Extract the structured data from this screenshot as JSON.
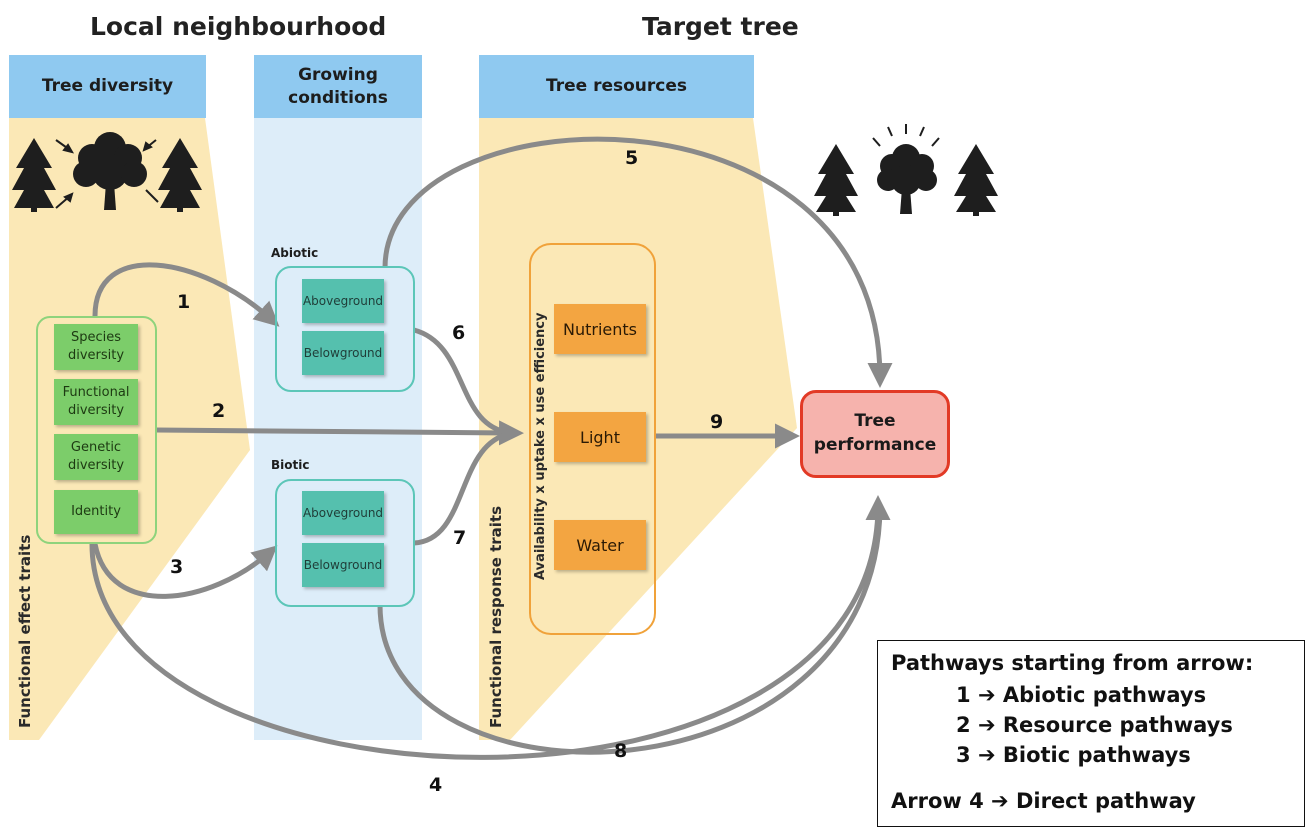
{
  "headers": {
    "local": "Local neighbourhood",
    "target": "Target tree"
  },
  "columns": {
    "tree_diversity": "Tree diversity",
    "growing_conditions": "Growing conditions",
    "tree_resources": "Tree resources"
  },
  "side_labels": {
    "effect": "Functional effect traits",
    "response": "Functional response traits",
    "availability": "Availability x uptake x use efficiency"
  },
  "diversity_items": [
    "Species diversity",
    "Functional diversity",
    "Genetic diversity",
    "Identity"
  ],
  "abiotic": {
    "label": "Abiotic",
    "items": [
      "Aboveground",
      "Belowground"
    ]
  },
  "biotic": {
    "label": "Biotic",
    "items": [
      "Aboveground",
      "Belowground"
    ]
  },
  "resources": [
    "Nutrients",
    "Light",
    "Water"
  ],
  "performance": "Tree performance",
  "arrow_numbers": [
    "1",
    "2",
    "3",
    "4",
    "5",
    "6",
    "7",
    "8",
    "9"
  ],
  "legend": {
    "title": "Pathways starting from arrow:",
    "rows": [
      {
        "num": "1",
        "text": "Abiotic pathways"
      },
      {
        "num": "2",
        "text": "Resource pathways"
      },
      {
        "num": "3",
        "text": "Biotic pathways"
      }
    ],
    "direct": {
      "prefix": "Arrow 4",
      "text": "Direct pathway"
    }
  },
  "icons": [
    "conifer-tree-icon",
    "broadleaf-tree-icon"
  ],
  "colors": {
    "blue_header": "#8fc9f0",
    "blue_column": "#ddedf9",
    "yellow_triangle": "#fbe8b6",
    "green": "#7ccd6a",
    "teal": "#55c0ae",
    "orange": "#f3a541",
    "performance_fill": "#f6b3ad",
    "performance_border": "#e23a26",
    "arrow": "#8a8a8a"
  }
}
